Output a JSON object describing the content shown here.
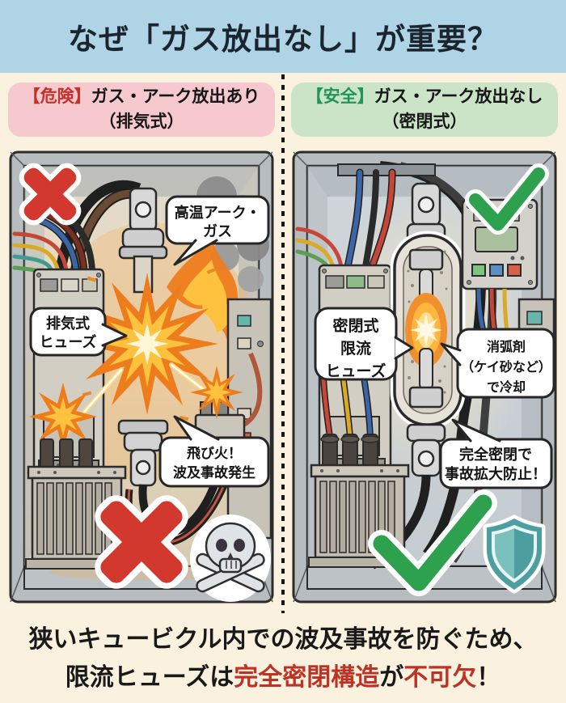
{
  "page_bg": "#FAF2DE",
  "header": {
    "title": "なぜ「ガス放出なし」が重要？",
    "bg_color": "#AED4E6"
  },
  "panels": {
    "danger": {
      "tag": "【危険】",
      "heading": "ガス・アーク放出あり",
      "subheading": "（排気式）",
      "accent_color": "#C2342B",
      "label_bg": "#F5C9CE",
      "callout_arc_gas": {
        "line1": "高温アーク・",
        "line2": "ガス"
      },
      "callout_fuse": {
        "line1": "排気式",
        "line2": "ヒューズ"
      },
      "callout_spread": {
        "line1": "飛び火！",
        "line2": "波及事故発生"
      },
      "icons": [
        "cross-mark-icon",
        "cross-mark-icon",
        "skull-crossbones-icon"
      ]
    },
    "safe": {
      "tag": "【安全】",
      "heading": "ガス・アーク放出なし",
      "subheading": "（密閉式）",
      "accent_color": "#219558",
      "label_bg": "#CBE4C8",
      "callout_fuse": {
        "line1": "密閉式",
        "line2": "限流",
        "line3": "ヒューズ"
      },
      "callout_cooling": {
        "line1": "消弧剤",
        "line2": "（ケイ砂など）",
        "line3": "で冷却"
      },
      "callout_containment": {
        "line1": "完全密閉で",
        "line2": "事故拡大防止！"
      },
      "icons": [
        "check-mark-icon",
        "check-mark-icon",
        "shield-icon"
      ]
    }
  },
  "footer": {
    "line1": "狭いキュービクル内での波及事故を防ぐため、",
    "line2_a": "限流ヒューズは",
    "line2_b": "完全密閉構造",
    "line2_c": "が",
    "line2_d": "不可欠",
    "line2_e": "！",
    "highlight_color": "#BE3125"
  }
}
